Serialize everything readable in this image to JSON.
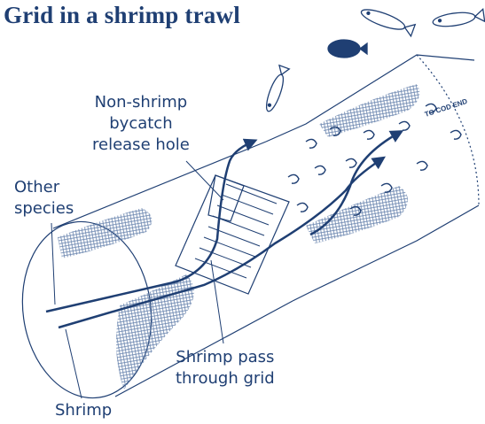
{
  "title": "Grid in a shrimp trawl",
  "labels": {
    "non_shrimp_line1": "Non-shrimp",
    "non_shrimp_line2": "bycatch",
    "non_shrimp_line3": "release hole",
    "other_line1": "Other",
    "other_line2": "species",
    "shrimp_pass_line1": "Shrimp pass",
    "shrimp_pass_line2": "through grid",
    "shrimp": "Shrimp",
    "cod_end": "TO COD END"
  },
  "colors": {
    "primary": "#1f3f73",
    "mesh": "#5a78a6",
    "background": "#ffffff"
  }
}
